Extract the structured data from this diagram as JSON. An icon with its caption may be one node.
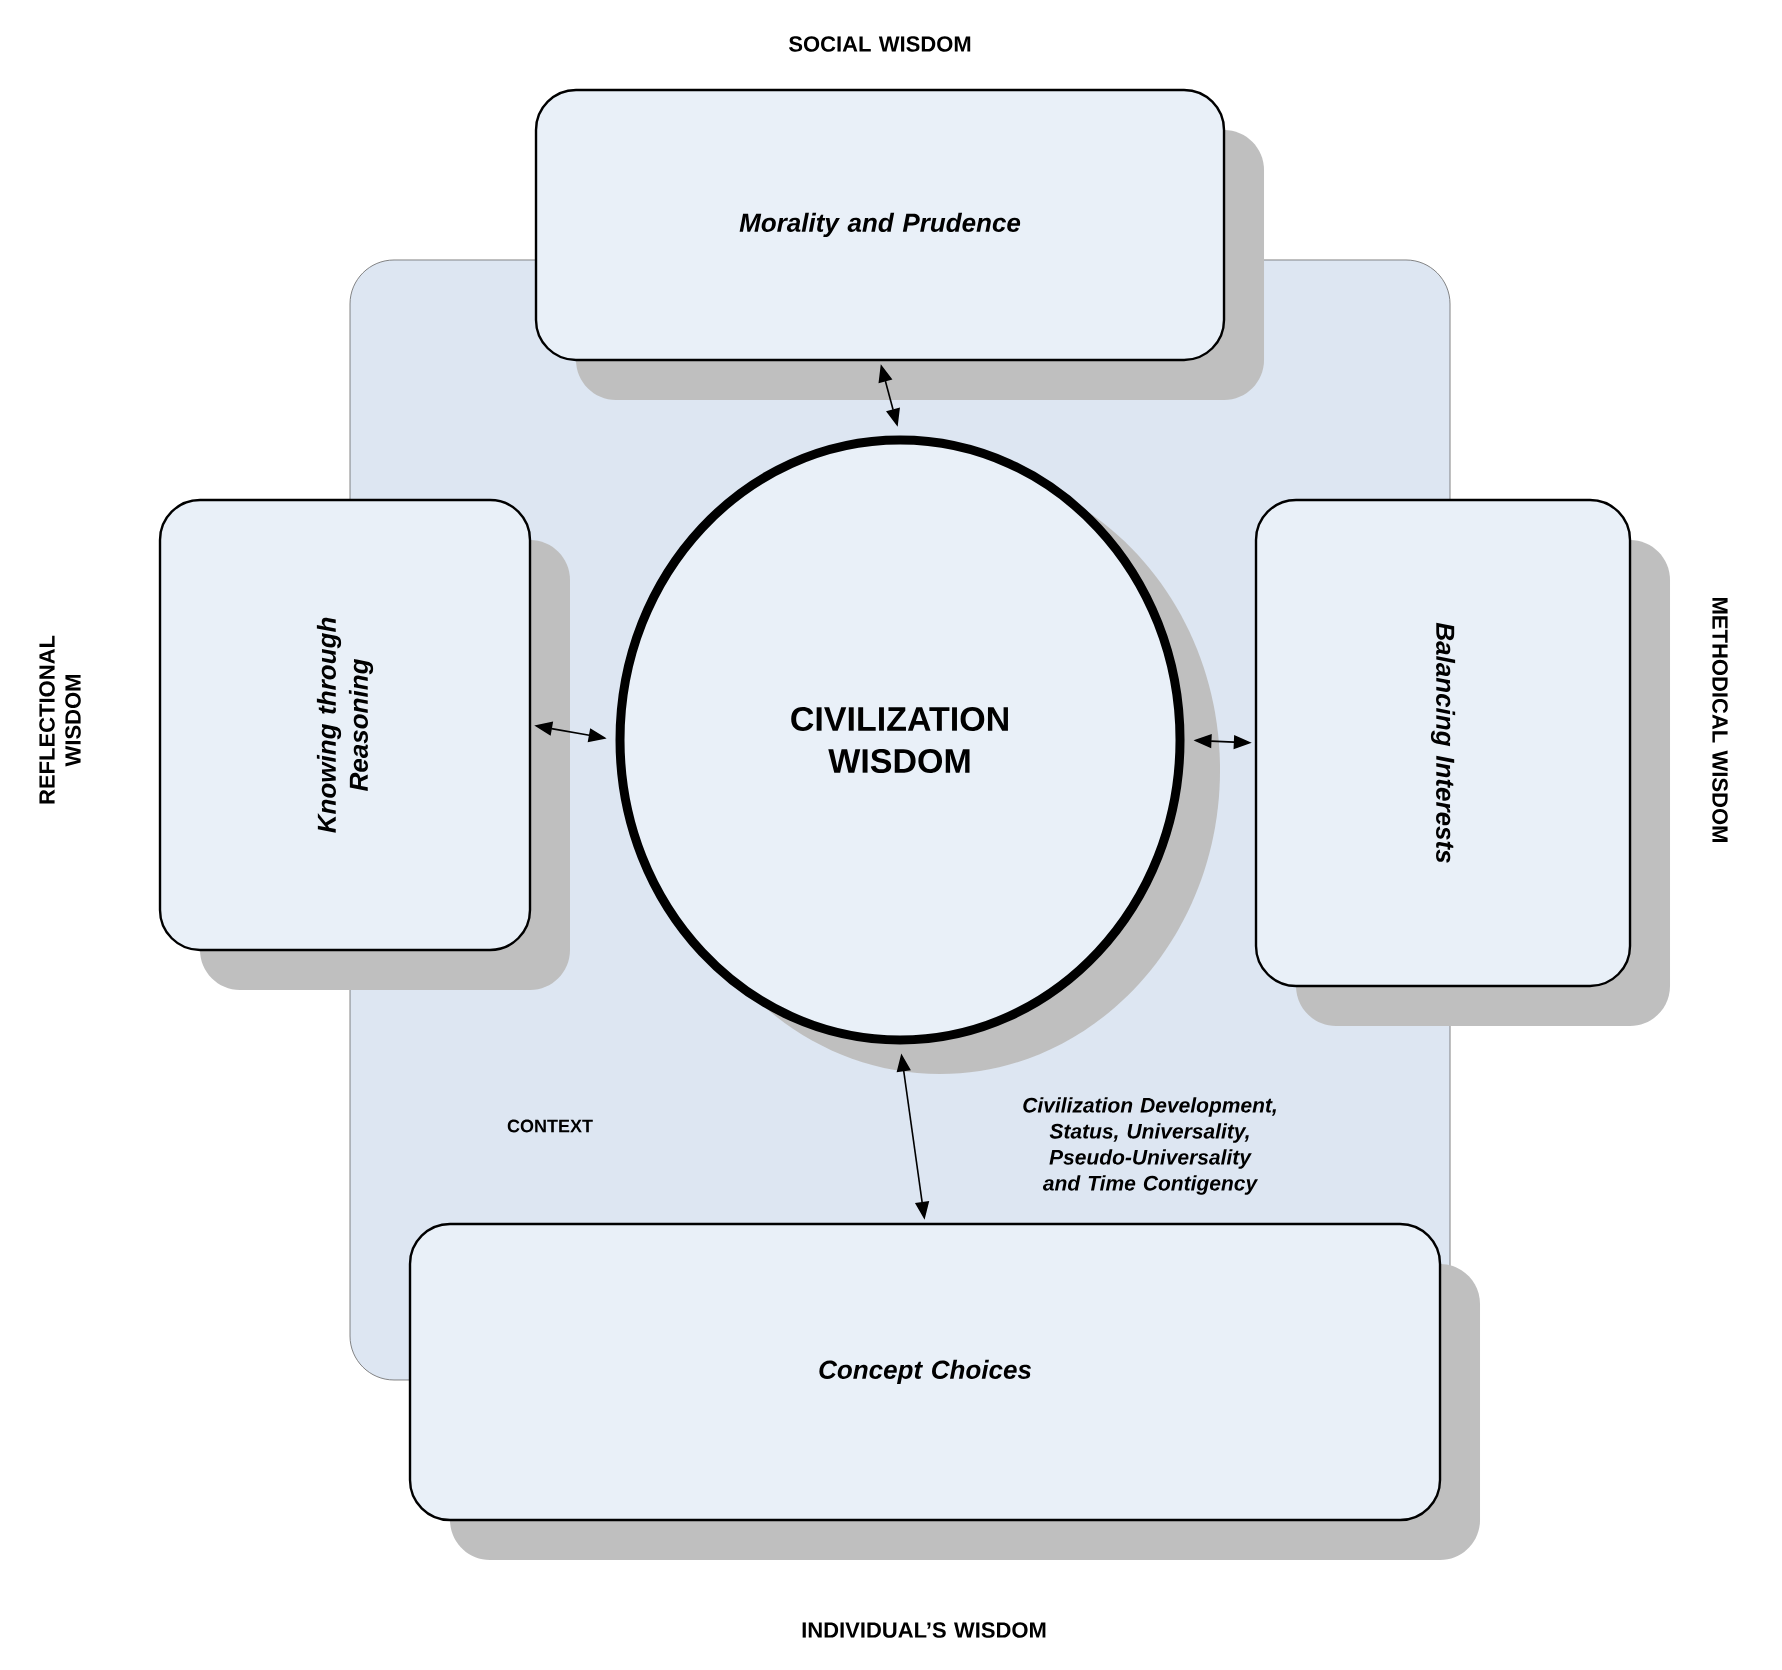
{
  "diagram": {
    "nodes": [
      {
        "text": [
          "CONTEXT"
        ]
      },
      {
        "text": [
          "SOCIAL WISDOM",
          "Morality and Prudence"
        ]
      },
      {
        "text": [
          "REFLECTIONAL WISDOM",
          "Knowing through Reasoning"
        ]
      },
      {
        "text": [
          "CIVILIZATION WISDOM"
        ],
        "in": 0
      },
      {
        "text": [
          "Balancing Interests",
          "METHODICAL WISDOM"
        ]
      },
      {
        "text": [
          "Concept Choices",
          "INDIVIDUAL’S WISDOM"
        ]
      }
    ],
    "edges": [
      {
        "from": 1,
        "to": 3,
        "arrow": "both"
      },
      {
        "from": 2,
        "to": 3,
        "arrow": "both"
      },
      {
        "from": 3,
        "to": 4,
        "arrow": "both"
      },
      {
        "from": 3,
        "to": 5,
        "arrow": "both"
      }
    ],
    "labels": [
      "Civilization Development, Status, Universality, Pseudo-Universality and Time Contigency"
    ]
  }
}
